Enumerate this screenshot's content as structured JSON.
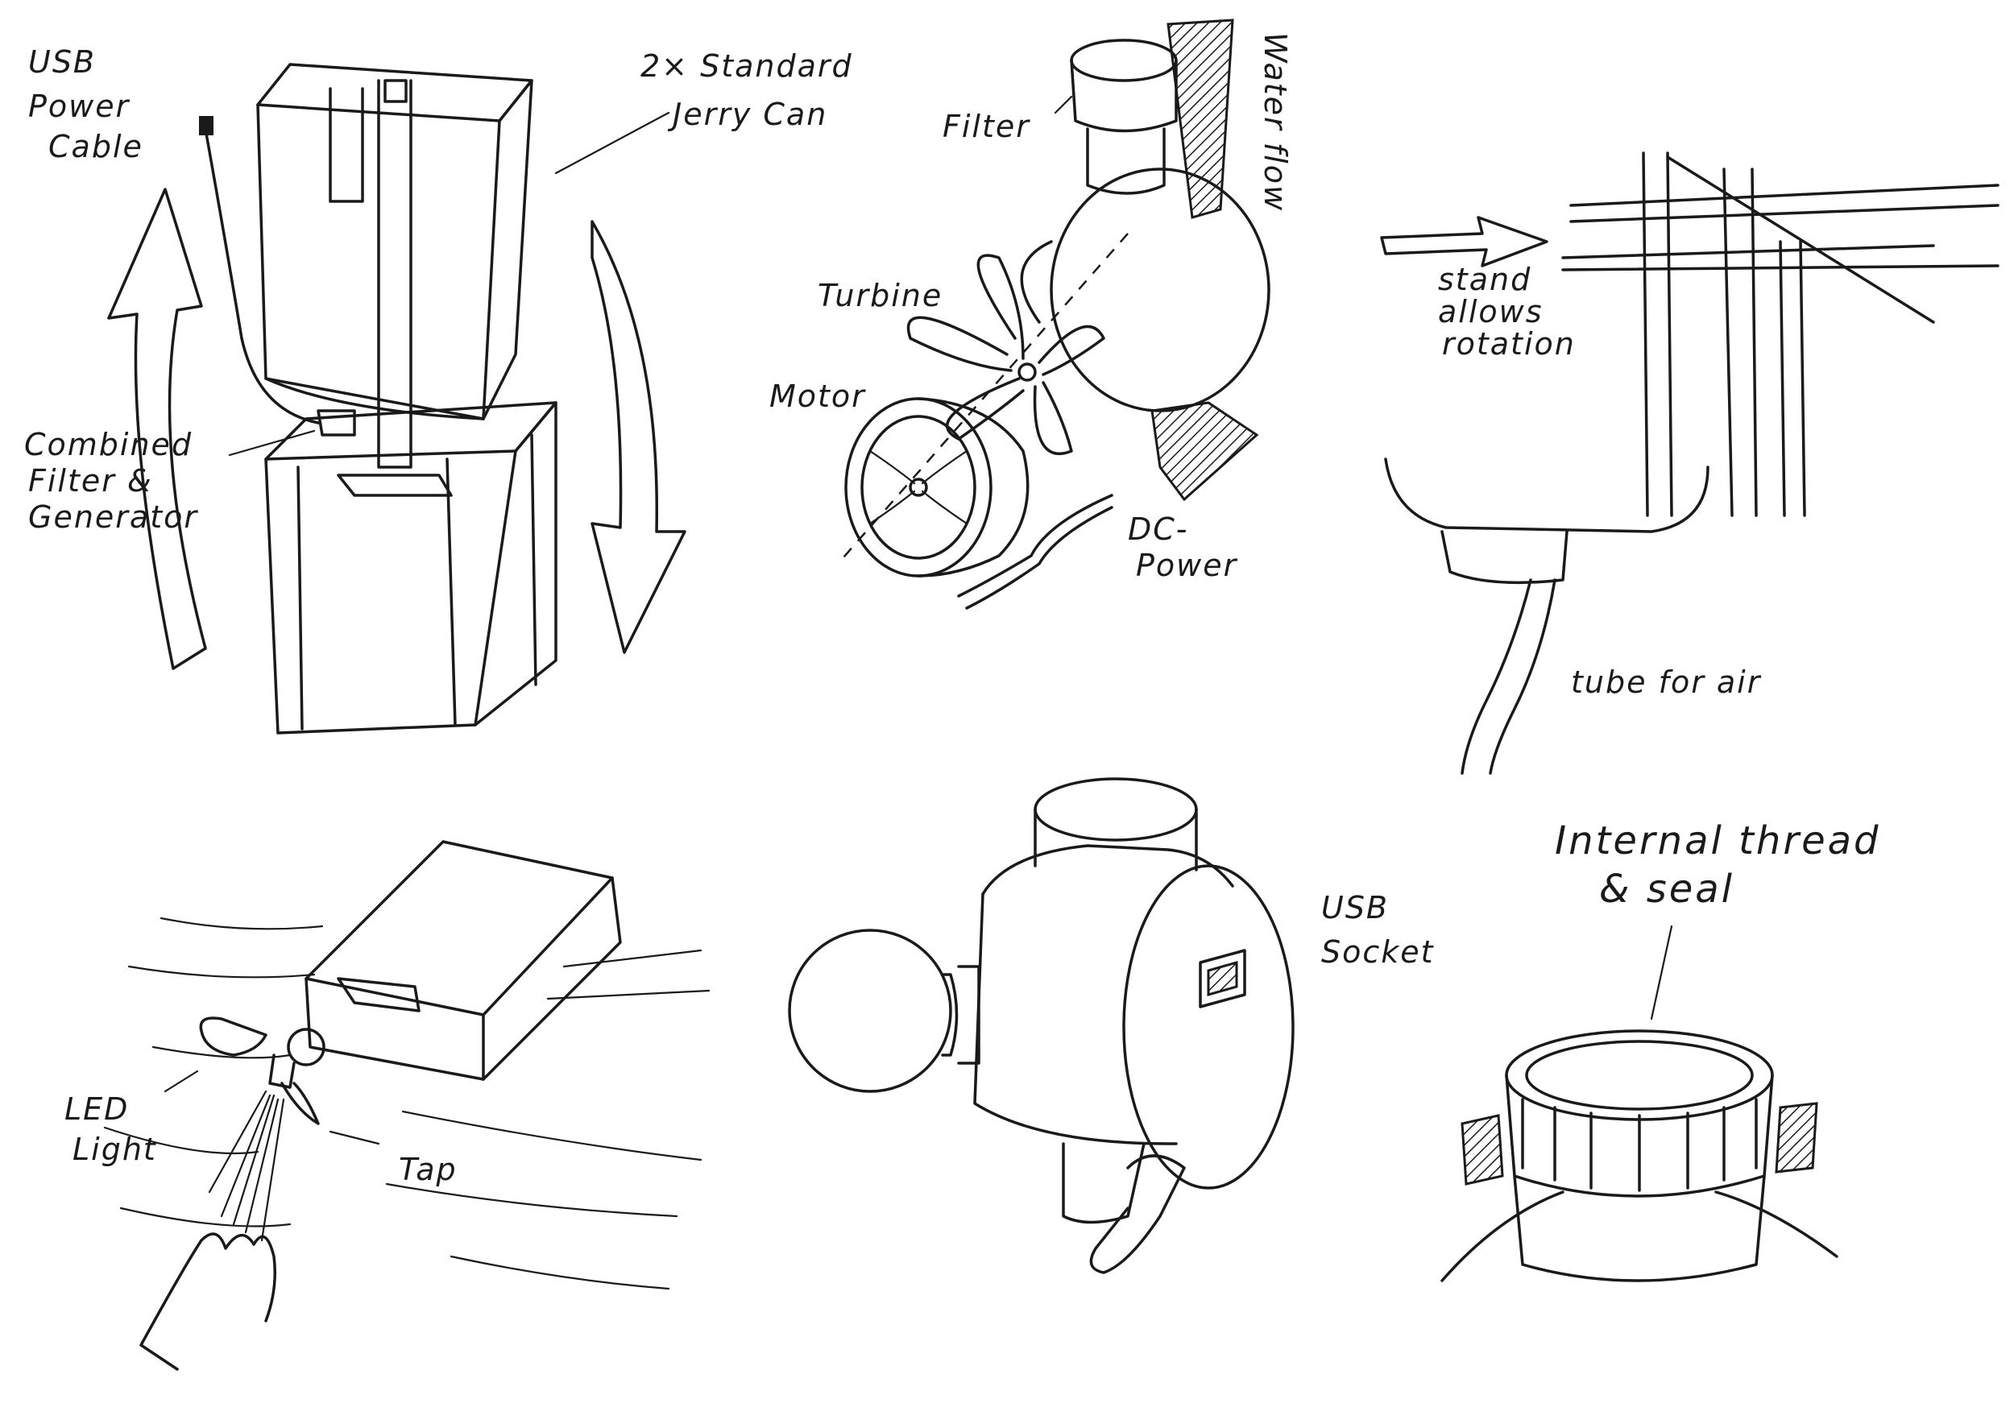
{
  "labels": {
    "usb_power_cable_1": "USB",
    "usb_power_cable_2": "Power",
    "usb_power_cable_3": "Cable",
    "jerry_can_1": "2× Standard",
    "jerry_can_2": "Jerry Can",
    "combined_1": "Combined",
    "combined_2": "Filter &",
    "combined_3": "Generator",
    "filter": "Filter",
    "water_flow": "Water flow",
    "turbine": "Turbine",
    "motor": "Motor",
    "dc_power_1": "DC-",
    "dc_power_2": "Power",
    "stand_1": "stand",
    "stand_2": "allows",
    "stand_3": "rotation",
    "tube_for_air": "tube for air",
    "internal_thread_1": "Internal thread",
    "internal_thread_2": "& seal",
    "usb_socket_1": "USB",
    "usb_socket_2": "Socket",
    "led_light_1": "LED",
    "led_light_2": "Light",
    "tap": "Tap"
  }
}
